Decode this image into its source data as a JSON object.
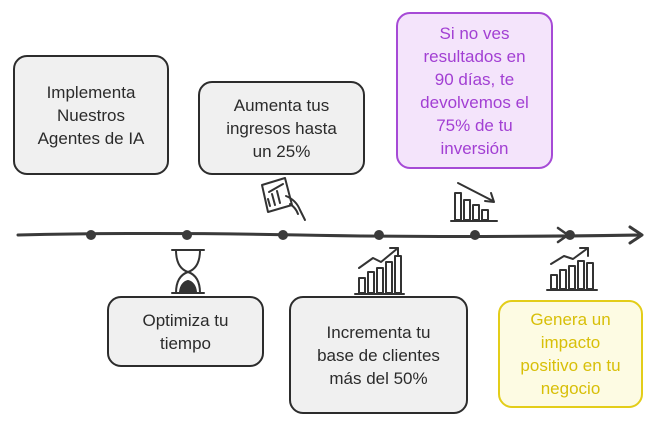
{
  "milestones": [
    {
      "id": "m1",
      "text": "Implementa\nNuestros\nAgentes de IA",
      "icon": "none"
    },
    {
      "id": "m2",
      "text": "Optimiza tu\ntiempo",
      "icon": "hourglass-icon"
    },
    {
      "id": "m3",
      "text": "Aumenta tus\ningresos hasta\nun 25%",
      "icon": "hand-chart-icon"
    },
    {
      "id": "m4",
      "text": "Incrementa tu\nbase de clientes\nmás del 50%",
      "icon": "growth-chart-icon"
    },
    {
      "id": "m5",
      "text": "Si no ves\nresultados en\n90 días, te\ndevolvemos el\n75% de tu\ninversión",
      "icon": "declining-chart-icon"
    },
    {
      "id": "m6",
      "text": "Genera un\nimpacto\npositivo en tu\nnegocio",
      "icon": "growth-chart-icon"
    }
  ],
  "colors": {
    "line": "#3a3a3a",
    "box_fill": "#f0f0f0",
    "purple_fill": "#f4e4fb",
    "purple_accent": "#a23fd3",
    "yellow_fill": "#fdfbe3",
    "yellow_accent": "#d8bf08"
  }
}
